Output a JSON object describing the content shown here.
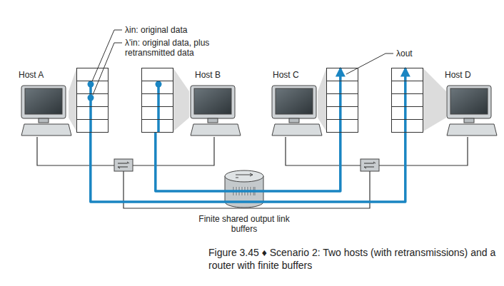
{
  "diagram": {
    "caption": "Figure 3.45 ♦ Scenario 2: Two hosts (with retransmissions) and a router with finite buffers",
    "nodes": [
      {
        "text": [
          "Host A"
        ]
      },
      {
        "text": [
          "Host B"
        ]
      },
      {
        "text": [
          "Host C"
        ]
      },
      {
        "text": [
          "Host D"
        ]
      }
    ],
    "edges": [
      {
        "from": 0,
        "to": 3,
        "arrow": "to"
      },
      {
        "from": 1,
        "to": 2,
        "arrow": "to"
      }
    ],
    "labels": [
      "λin: original data",
      "λ'in: original data, plus retransmitted data",
      "λout",
      "Finite shared output link buffers"
    ]
  }
}
